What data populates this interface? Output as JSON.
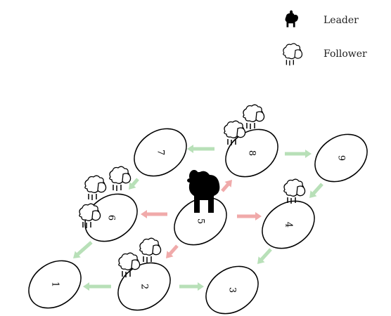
{
  "legend": {
    "leader": {
      "label": "Leader",
      "icon": "leader-sheep-icon"
    },
    "follower": {
      "label": "Follower",
      "icon": "follower-sheep-icon"
    }
  },
  "nodes": [
    "1",
    "2",
    "3",
    "4",
    "5",
    "6",
    "7",
    "8",
    "9"
  ],
  "colors": {
    "green_arrow": "#b8e0b8",
    "red_arrow": "#f0aaaa",
    "outline": "#000000",
    "leader": "#000000",
    "follower": "#ffffff"
  }
}
